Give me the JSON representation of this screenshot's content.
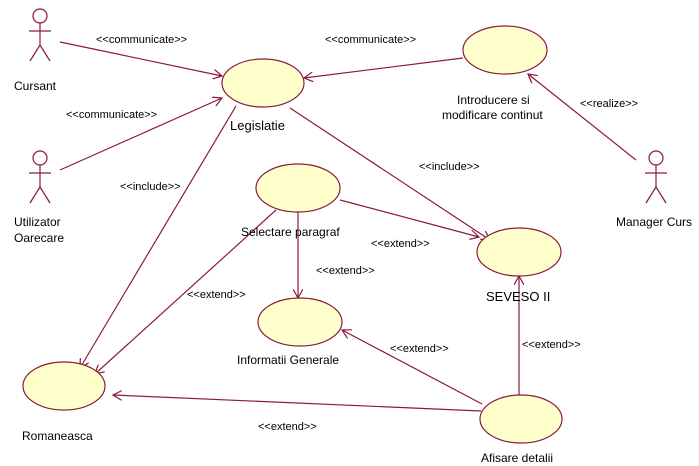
{
  "actors": {
    "cursant": "Cursant",
    "utilizator_line1": "Utilizator",
    "utilizator_line2": "Oarecare",
    "manager": "Manager Curs"
  },
  "use_cases": {
    "legislatie": "Legislatie",
    "introducere_line1": "Introducere si",
    "introducere_line2": "modificare continut",
    "selectare": "Selectare paragraf",
    "seveso": "SEVESO II",
    "informatii": "Informatii Generale",
    "romaneasca": "Romaneasca",
    "afisare": "Afisare detalii"
  },
  "stereotypes": {
    "communicate": "<<communicate>>",
    "include": "<<include>>",
    "extend": "<<extend>>",
    "realize": "<<realize>>"
  },
  "colors": {
    "line": "#8b1a3a",
    "usecase_fill": "#ffffcc"
  }
}
